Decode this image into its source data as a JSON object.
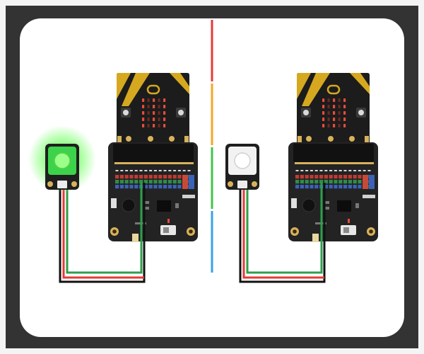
{
  "scene": {
    "frame_color": "#333333",
    "card_color": "#ffffff",
    "divider_colors": [
      "#e53935",
      "#f5a623",
      "#43c34a",
      "#3aa0e8"
    ]
  },
  "panels": [
    {
      "id": "left",
      "module_state": "on",
      "module_color": "#3cd34a",
      "glow_color": "#5cff4a",
      "led_matrix": [
        [
          1,
          0,
          1,
          0,
          1
        ],
        [
          1,
          0,
          1,
          0,
          1
        ],
        [
          1,
          0,
          1,
          0,
          1
        ],
        [
          1,
          0,
          1,
          0,
          1
        ],
        [
          1,
          0,
          1,
          0,
          1
        ]
      ],
      "led_color": "#e84b3a",
      "led_dim_color": "#6b2a22"
    },
    {
      "id": "right",
      "module_state": "off",
      "module_color": "#f2f2f2",
      "glow_color": "",
      "led_matrix": [
        [
          1,
          0,
          1,
          0,
          1
        ],
        [
          1,
          0,
          1,
          0,
          1
        ],
        [
          1,
          0,
          1,
          0,
          1
        ],
        [
          1,
          0,
          1,
          0,
          1
        ],
        [
          1,
          0,
          1,
          0,
          1
        ]
      ],
      "led_color": "#e84b3a",
      "led_dim_color": "#6b2a22"
    }
  ],
  "colors": {
    "microbit_body": "#1c1c1c",
    "microbit_accent": "#d6a820",
    "board_body": "#232323",
    "pad_gold": "#d7b25a",
    "wire_red": "#e53935",
    "wire_green": "#2e9e4c",
    "wire_black": "#111111",
    "pin_red": "#c23a33",
    "pin_green": "#2f8d4a",
    "pin_blue": "#3a62b8",
    "switch_body": "#e6e6e6",
    "module_pcb": "#1f1f1f"
  }
}
